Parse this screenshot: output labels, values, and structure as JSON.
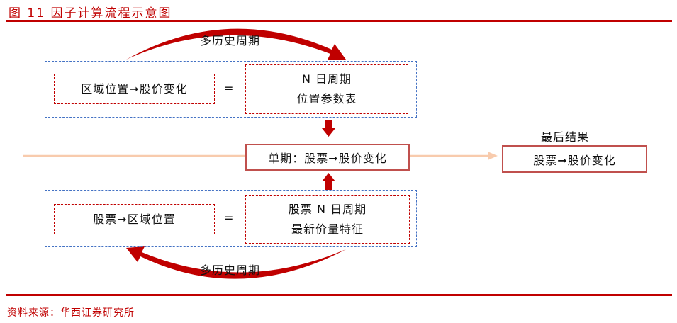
{
  "title": "图 11 因子计算流程示意图",
  "top": {
    "loop_label": "多历史周期",
    "left_box": "区域位置➞股价变化",
    "equals": "=",
    "right_box_line1": "N 日周期",
    "right_box_line2": "位置参数表"
  },
  "middle": {
    "box": "单期：股票➞股价变化",
    "result_label": "最后结果",
    "result_box": "股票➞股价变化"
  },
  "bottom": {
    "loop_label": "多历史周期",
    "left_box": "股票➞区域位置",
    "equals": "=",
    "right_box_line1": "股票 N 日周期",
    "right_box_line2": "最新价量特征"
  },
  "source": "资料来源：华西证券研究所",
  "colors": {
    "accent": "#c00000",
    "blue": "#4472c4",
    "flow": "#f8cbad"
  }
}
